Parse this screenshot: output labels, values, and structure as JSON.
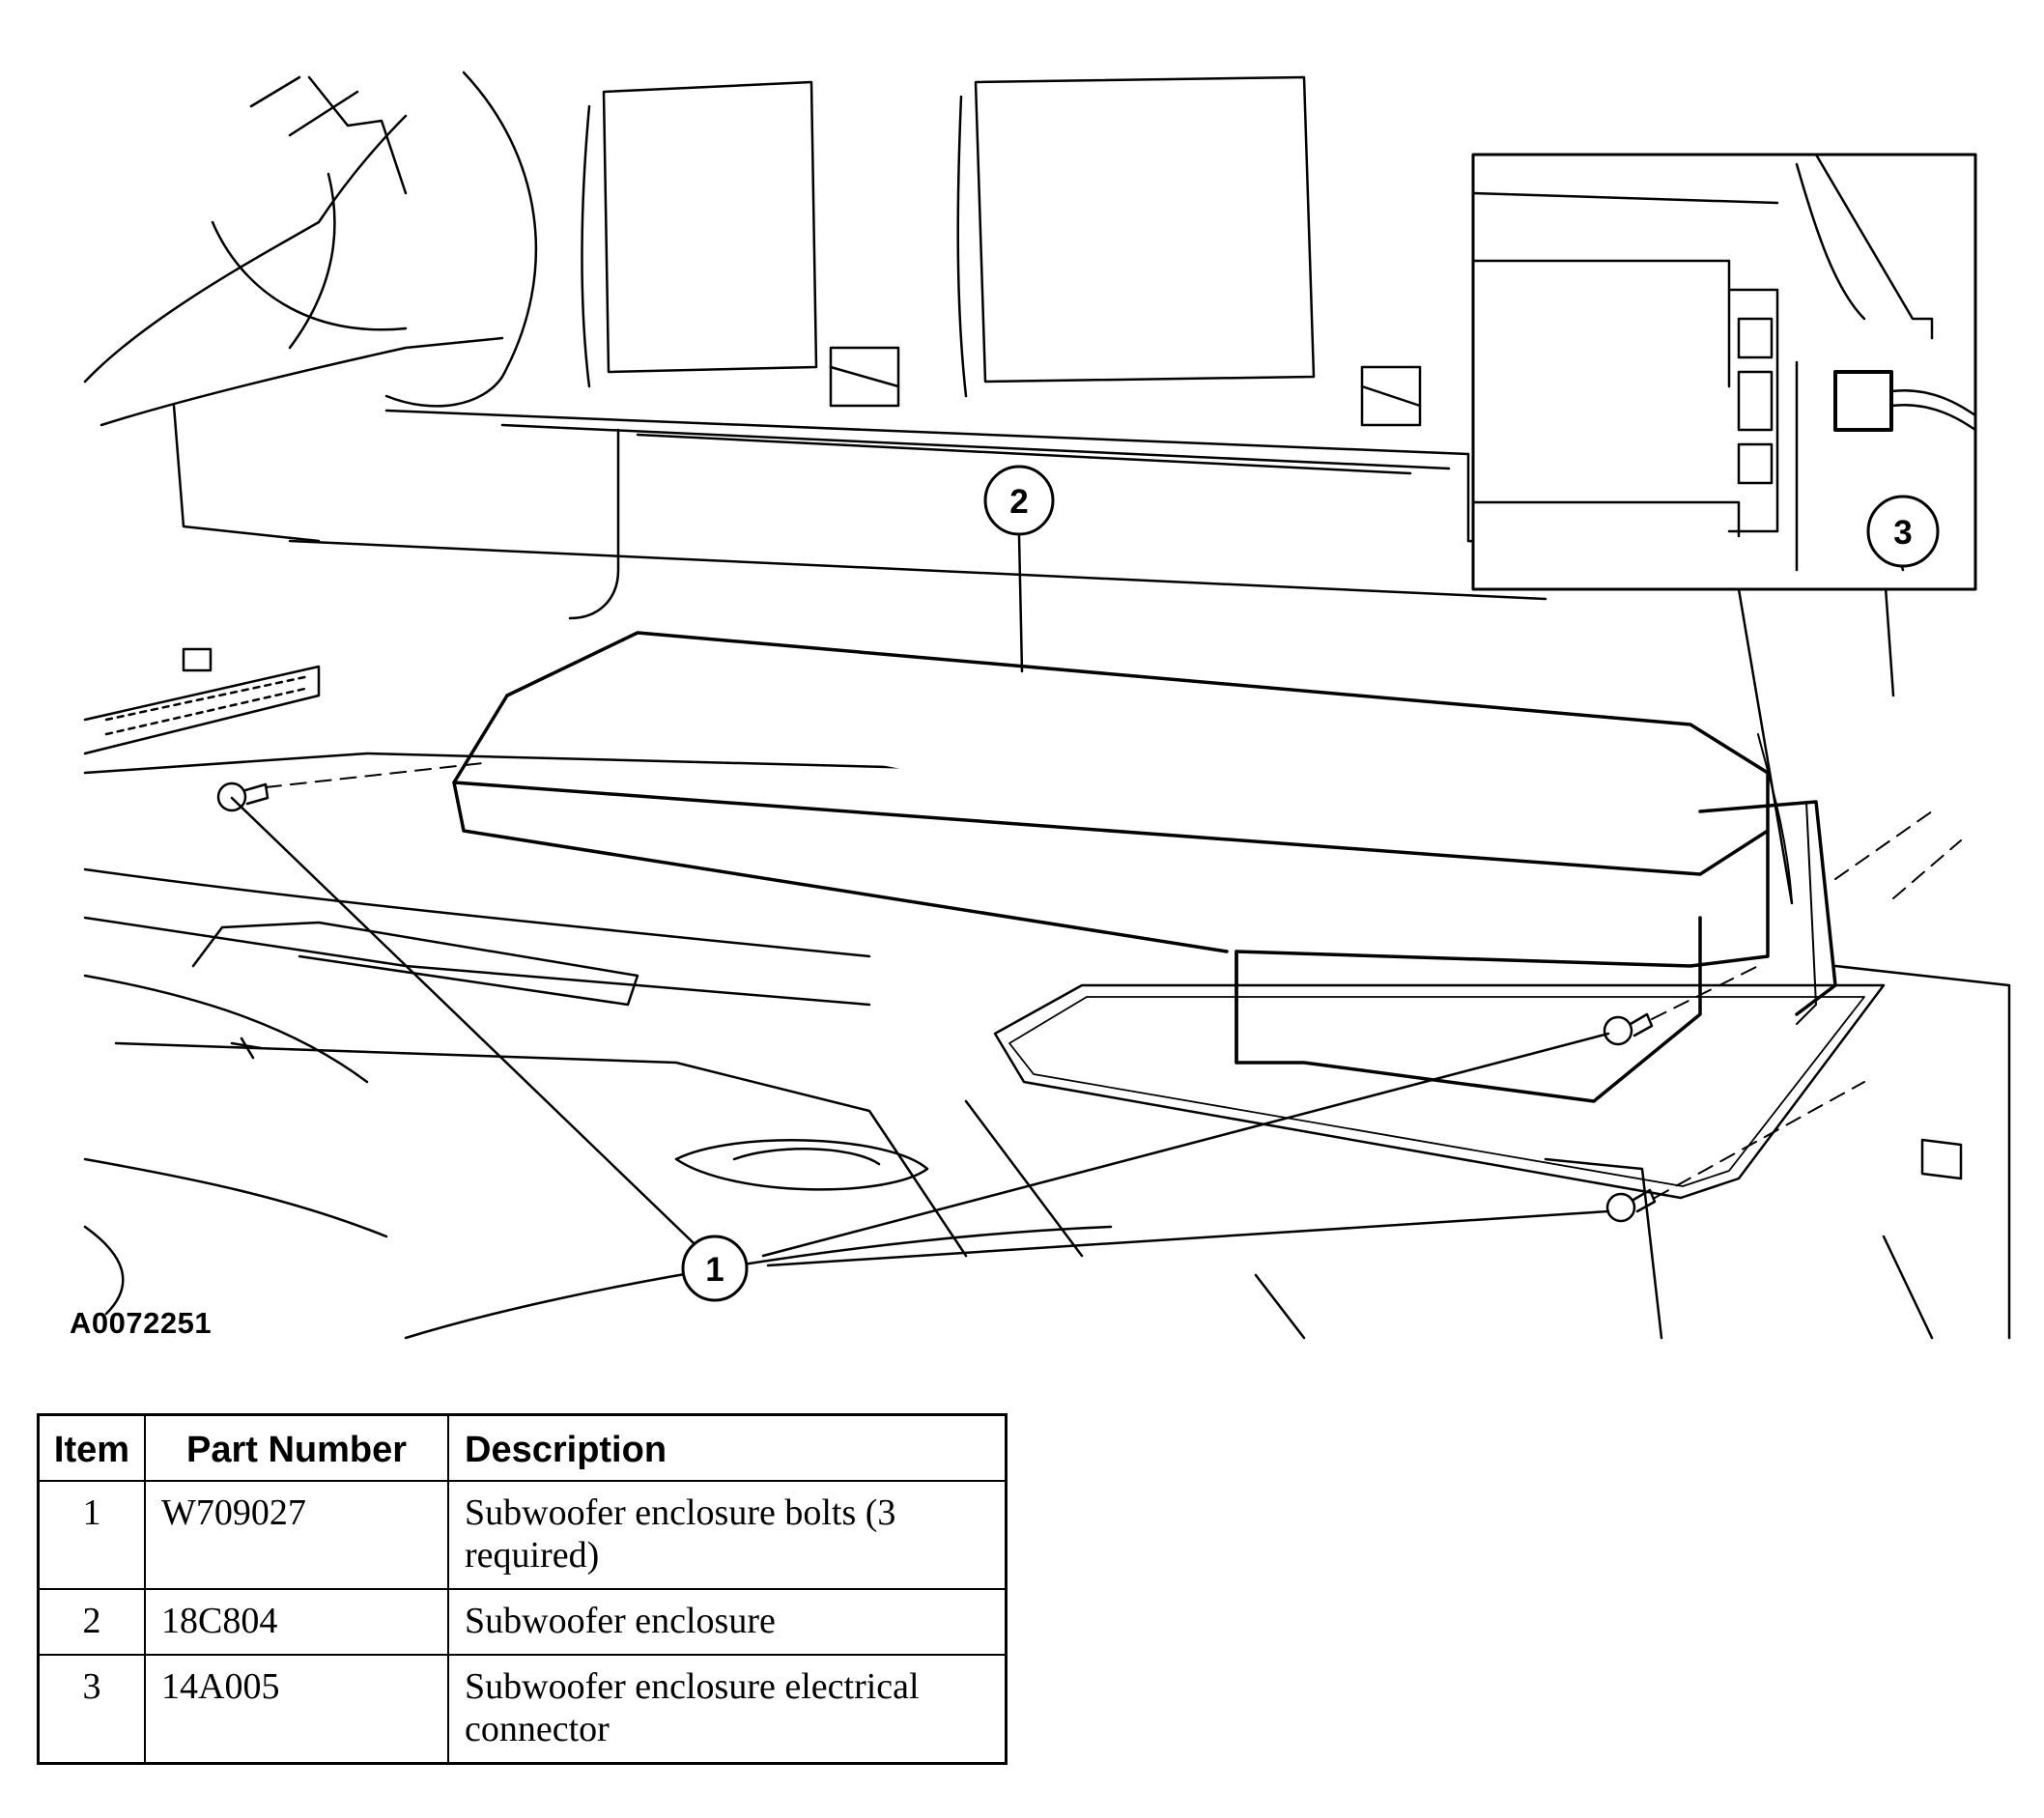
{
  "figure": {
    "id": "A0072251",
    "callouts": [
      "1",
      "2",
      "3"
    ]
  },
  "table": {
    "headers": [
      "Item",
      "Part Number",
      "Description"
    ],
    "rows": [
      {
        "item": "1",
        "part_number": "W709027",
        "description": "Subwoofer enclosure bolts (3 required)"
      },
      {
        "item": "2",
        "part_number": "18C804",
        "description": "Subwoofer enclosure"
      },
      {
        "item": "3",
        "part_number": "14A005",
        "description": "Subwoofer enclosure electrical connector"
      }
    ]
  }
}
